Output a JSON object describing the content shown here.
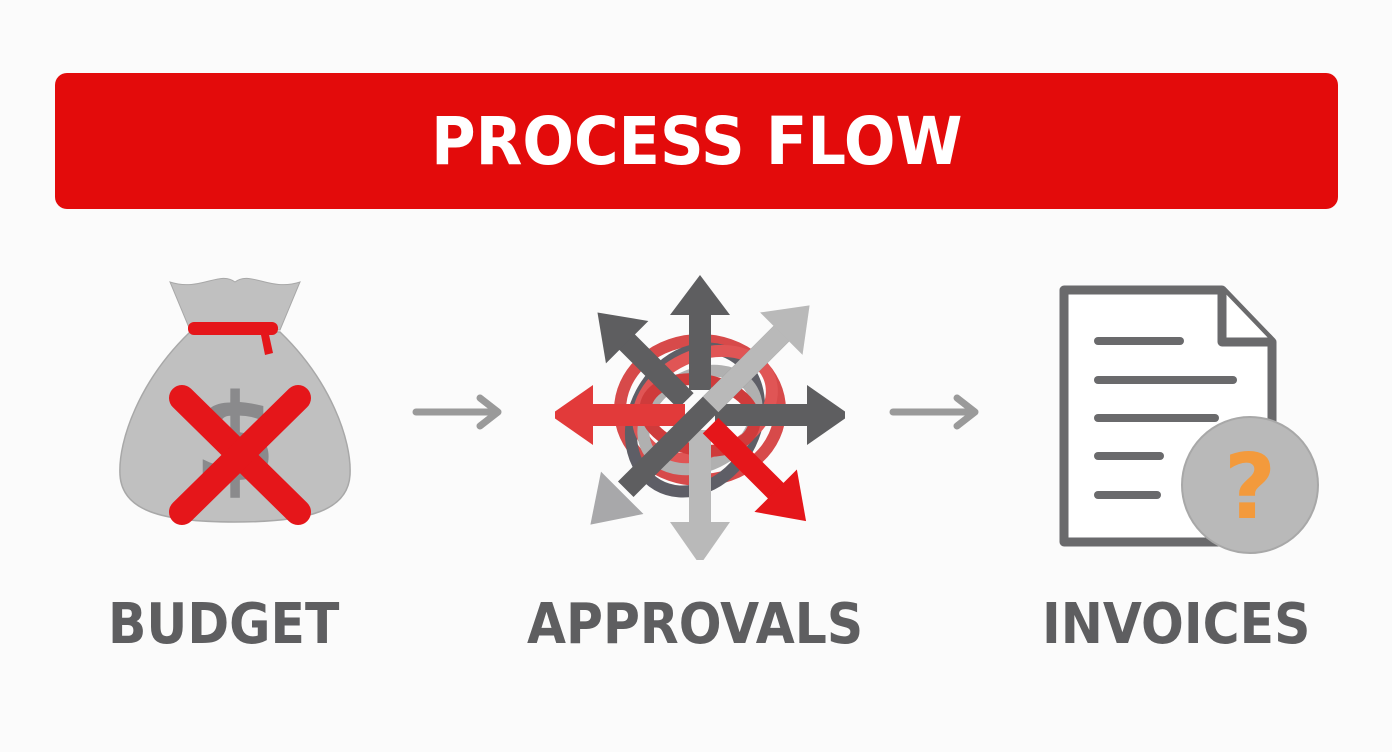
{
  "banner": {
    "title": "PROCESS FLOW",
    "color": "#e30b0b"
  },
  "steps": [
    {
      "label": "BUDGET",
      "icon": "money-bag-crossed-icon"
    },
    {
      "label": "APPROVALS",
      "icon": "tangled-arrows-icon"
    },
    {
      "label": "INVOICES",
      "icon": "document-question-icon"
    }
  ],
  "connectors": [
    {
      "icon": "arrow-right-icon"
    },
    {
      "icon": "arrow-right-icon"
    }
  ],
  "colors": {
    "red": "#e30b0b",
    "dark_gray": "#5e5e60",
    "light_gray": "#b9b9b9",
    "orange": "#f39a3c"
  }
}
